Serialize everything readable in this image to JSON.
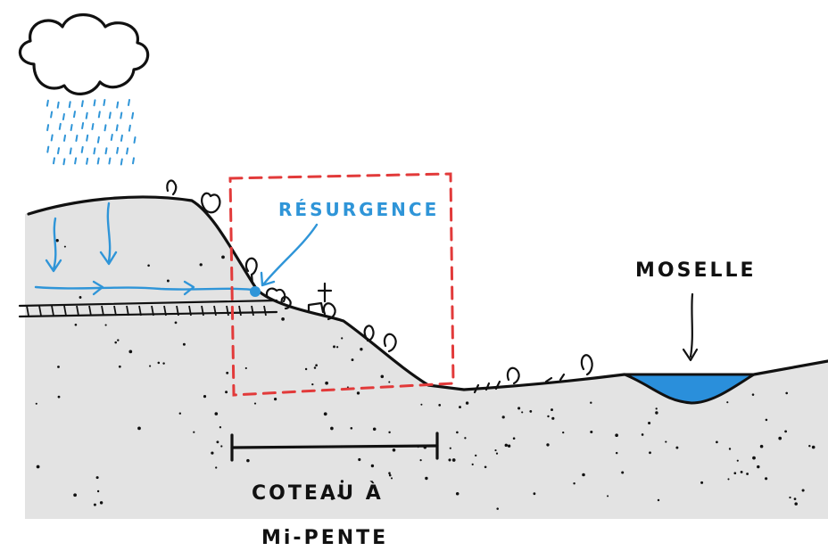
{
  "labels": {
    "resurgence": "RÉSURGENCE",
    "moselle": "MOSELLE",
    "coteau_line1": "COTEAU À",
    "coteau_line2": "Mi-PENTE"
  },
  "colors": {
    "ground": "#e3e3e3",
    "water": "#2f95d8",
    "water_fill": "#2a8fdb",
    "frame": "#e23a3a",
    "ink": "#111111"
  },
  "icons": {
    "cloud": "cloud-icon",
    "rain": "rain-icon",
    "tree": "tree-icon",
    "cross": "cross-icon"
  }
}
